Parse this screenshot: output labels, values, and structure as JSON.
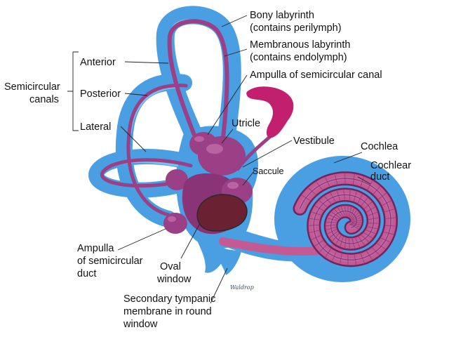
{
  "colors": {
    "bony": "#4a9ee2",
    "bony_dark": "#2a78c2",
    "bony_light": "#8fc7f2",
    "membranous": "#9b3f86",
    "membranous_dark": "#6e2560",
    "membranous_light": "#c06aa9",
    "cochlear_duct": "#c45a93",
    "background": "#ffffff",
    "text": "#111111"
  },
  "labels": {
    "bony_labyrinth_l1": "Bony labyrinth",
    "bony_labyrinth_l2": "(contains perilymph)",
    "membranous_labyrinth_l1": "Membranous labyrinth",
    "membranous_labyrinth_l2": "(contains endolymph)",
    "ampulla_canal": "Ampulla of semicircular canal",
    "anterior": "Anterior",
    "posterior": "Posterior",
    "lateral": "Lateral",
    "semicircular_l1": "Semicircular",
    "semicircular_l2": "canals",
    "utricle": "Utricle",
    "vestibule": "Vestibule",
    "saccule": "Saccule",
    "cochlea": "Cochlea",
    "cochlear_duct_l1": "Cochlear",
    "cochlear_duct_l2": "duct",
    "ampulla_duct_l1": "Ampulla",
    "ampulla_duct_l2": "of semicircular",
    "ampulla_duct_l3": "duct",
    "oval_window_l1": "Oval",
    "oval_window_l2": "window",
    "secondary_l1": "Secondary tympanic",
    "secondary_l2": "membrane in round",
    "secondary_l3": "window"
  },
  "artist_signature": "Waldrop"
}
